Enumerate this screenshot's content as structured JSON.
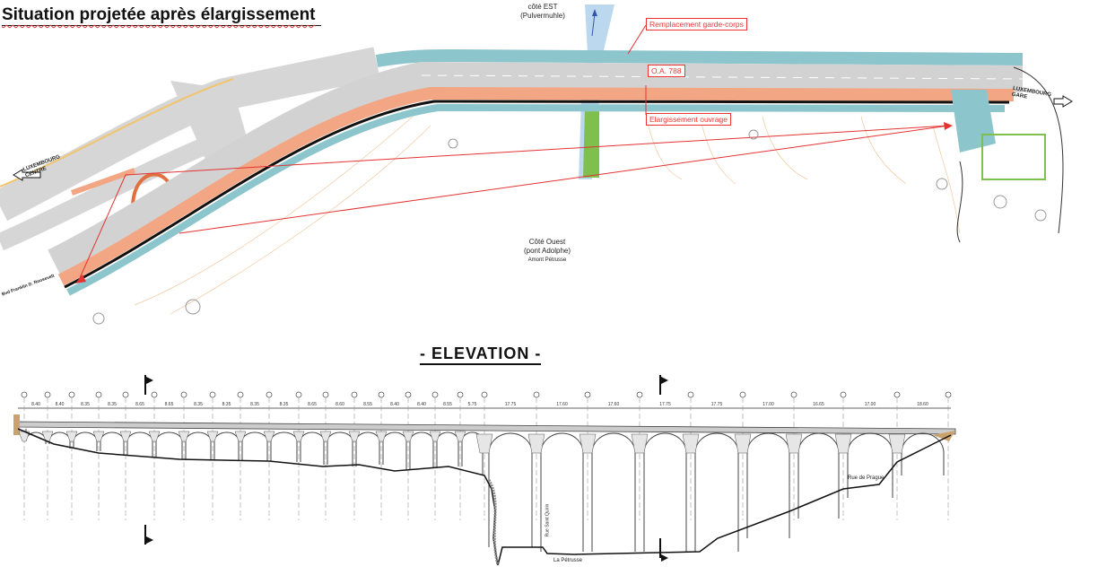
{
  "title": "Situation projetée après élargissement",
  "plan": {
    "east_side": "côté EST",
    "east_side_sub": "(Pulvermuhle)",
    "west_side": "Côté Ouest",
    "west_side_sub": "(pont Adolphe)",
    "west_side_sub2": "Amont Pétrusse",
    "structure_ref": "O.A. 788",
    "callout_railing": "Remplacement garde-corps",
    "callout_widening": "Elargissement ouvrage",
    "direction_left": "LUXEMBOURG CENTRE",
    "direction_right": "LUXEMBOURG GARE",
    "street_left": "Bvd Franklin D. Roosevelt"
  },
  "elevation": {
    "title": "-  ELEVATION  -",
    "span_lengths": [
      "8.40",
      "8.40",
      "8.35",
      "8.35",
      "8.65",
      "8.65",
      "8.35",
      "8.35",
      "8.35",
      "8.35",
      "8.65",
      "8.60",
      "8.55",
      "8.40",
      "8.40",
      "8.55",
      "5.75",
      "17.75",
      "17.60",
      "17.60",
      "17.75",
      "17.75",
      "17.00",
      "16.65",
      "17.00",
      "18.60"
    ],
    "label_street1": "Rue Saint Quirin",
    "label_river": "La Pétrusse",
    "label_street2": "Rue de Prague"
  },
  "colors": {
    "road": "#d2d2d2",
    "widening": "#f2a683",
    "sidewalk": "#8cc5cc",
    "callout": "#e33333",
    "river": "#bcd8ef",
    "green": "#7fbf4d"
  }
}
